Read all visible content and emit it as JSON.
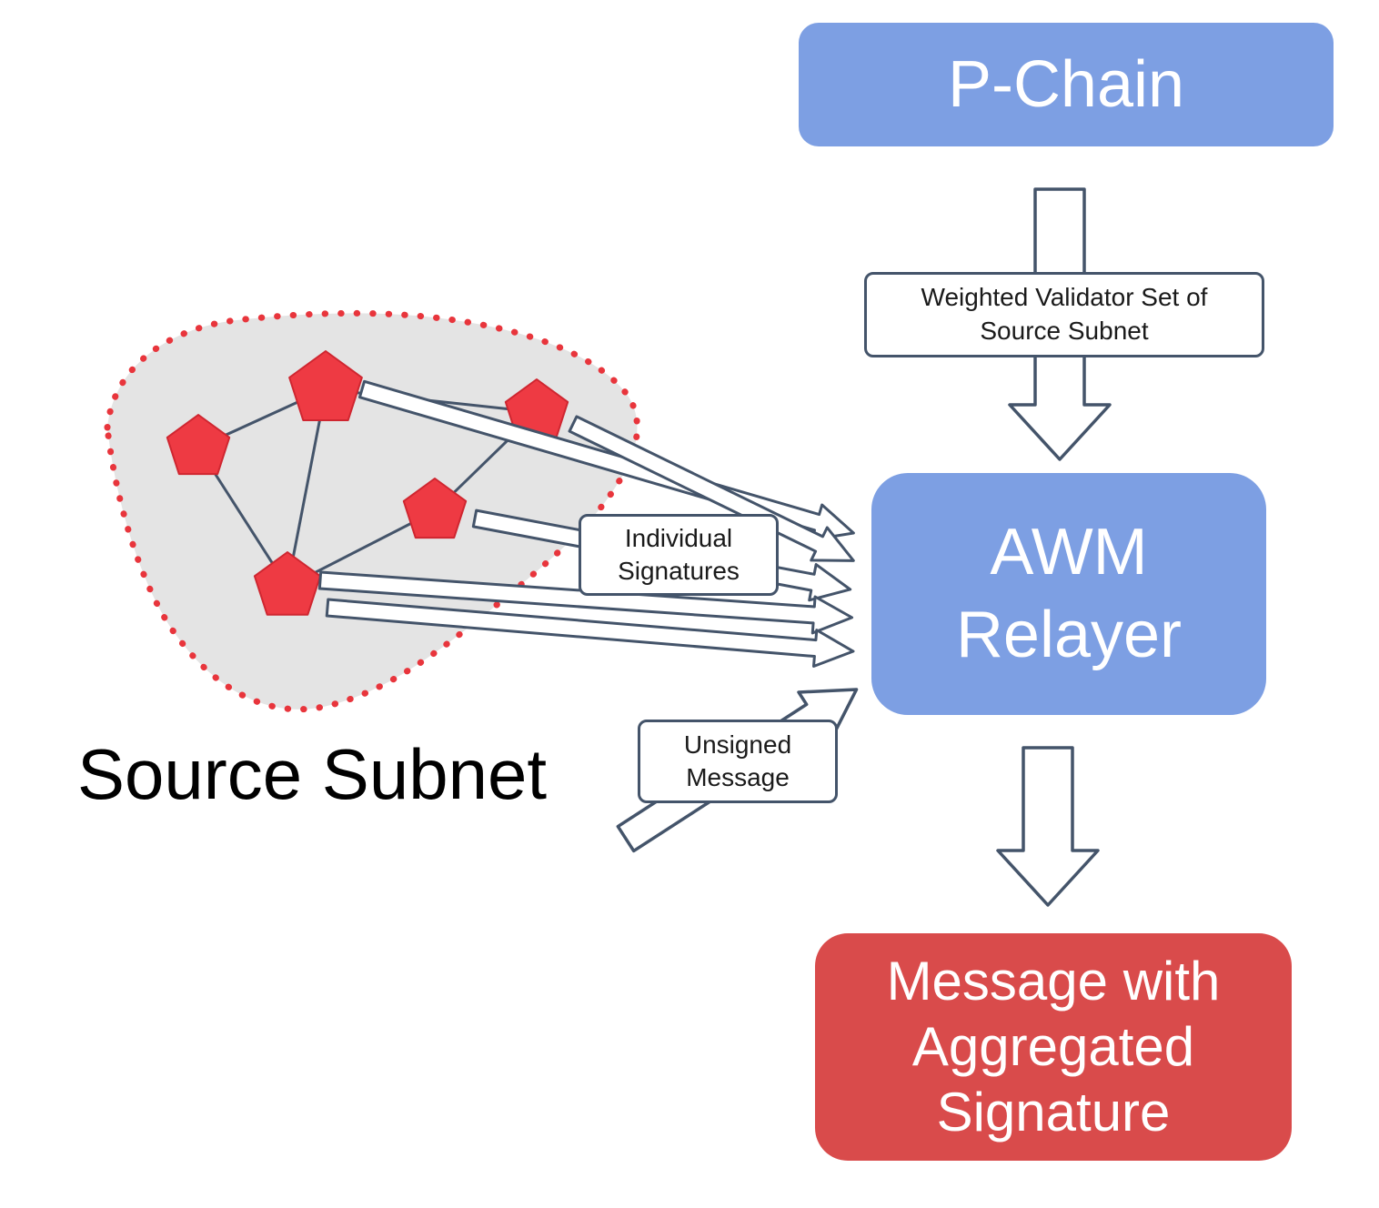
{
  "nodes": {
    "p_chain": {
      "label": "P-Chain",
      "fill": "#7d9fe3",
      "text_color": "#ffffff"
    },
    "awm_relayer": {
      "lines": [
        "AWM",
        "Relayer"
      ],
      "fill": "#7d9fe3",
      "text_color": "#ffffff"
    },
    "aggregated_message": {
      "lines": [
        "Message with",
        "Aggregated",
        "Signature"
      ],
      "fill": "#d94b4b",
      "text_color": "#ffffff"
    }
  },
  "labels": {
    "weighted_validator_set": {
      "lines": [
        "Weighted Validator Set of",
        "Source Subnet"
      ]
    },
    "individual_signatures": {
      "lines": [
        "Individual",
        "Signatures"
      ]
    },
    "unsigned_message": {
      "lines": [
        "Unsigned",
        "Message"
      ]
    },
    "source_subnet": {
      "label": "Source Subnet"
    }
  },
  "icons": {
    "validator_pentagon": "pentagon-validator-icon"
  },
  "colors": {
    "node_blue": "#7d9fe3",
    "node_red": "#d94b4b",
    "pentagon_red": "#ee3a43",
    "outline_dark": "#44546a",
    "subnet_blob_gray": "#e4e4e4",
    "subnet_dotted_red": "#e8353c",
    "background": "#ffffff"
  }
}
